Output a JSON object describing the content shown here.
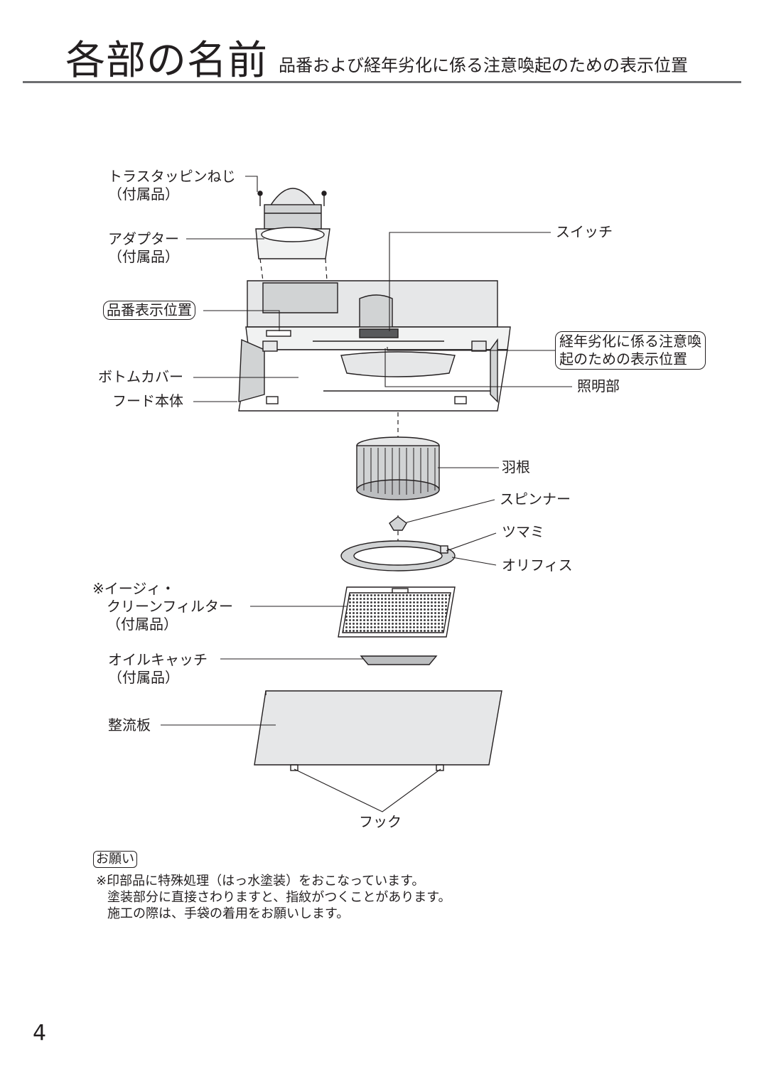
{
  "header": {
    "title": "各部の名前",
    "subtitle": "品番および経年劣化に係る注意喚起のための表示位置"
  },
  "labels": {
    "truss_screw": [
      "トラスタッピンねじ",
      "（付属品）"
    ],
    "adapter": [
      "アダプター",
      "（付属品）"
    ],
    "model_position": "品番表示位置",
    "bottom_cover": "ボトムカバー",
    "hood_body": "フード本体",
    "switch": "スイッチ",
    "aging_position": [
      "経年劣化に係る注意喚",
      "起のための表示位置"
    ],
    "light": "照明部",
    "fan": "羽根",
    "spinner": "スピンナー",
    "knob": "ツマミ",
    "orifice": "オリフィス",
    "filter": [
      "※イージィ・",
      "クリーンフィルター",
      "（付属品）"
    ],
    "oil_catch": [
      "オイルキャッチ",
      "（付属品）"
    ],
    "rectifier": "整流板",
    "hook": "フック"
  },
  "notice": {
    "tag": "お願い",
    "lines": [
      "※印部品に特殊処理（はっ水塗装）をおこなっています。",
      "塗装部分に直接さわりますと、指紋がつくことがあります。",
      "施工の際は、手袋の着用をお願いします。"
    ]
  },
  "page_number": "4"
}
